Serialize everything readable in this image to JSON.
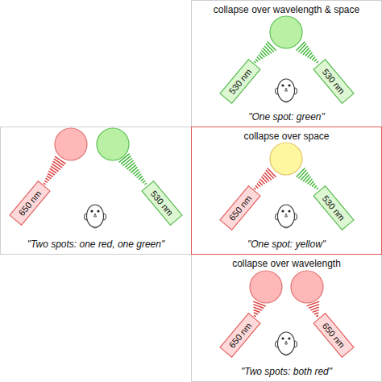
{
  "diagram": {
    "nodes": [
      {
        "text": [
          "collapse over wavelength & space",
          "\"One spot: green\""
        ]
      },
      {
        "text": [
          "530 nm"
        ],
        "in": 0
      },
      {
        "text": [
          "530 nm"
        ],
        "in": 0
      },
      {
        "text": [
          "\"Two spots: one red, one green\""
        ]
      },
      {
        "text": [
          "650 nm"
        ],
        "in": 3
      },
      {
        "text": [
          "530 nm"
        ],
        "in": 3
      },
      {
        "text": [
          "collapse over space",
          "\"One spot: yellow\""
        ]
      },
      {
        "text": [
          "650 nm"
        ],
        "in": 6
      },
      {
        "text": [
          "530 nm"
        ],
        "in": 6
      },
      {
        "text": [
          "collapse over wavelength",
          "\"Two spots: both red\""
        ]
      },
      {
        "text": [
          "650 nm"
        ],
        "in": 9
      },
      {
        "text": [
          "650 nm"
        ],
        "in": 9
      }
    ]
  }
}
